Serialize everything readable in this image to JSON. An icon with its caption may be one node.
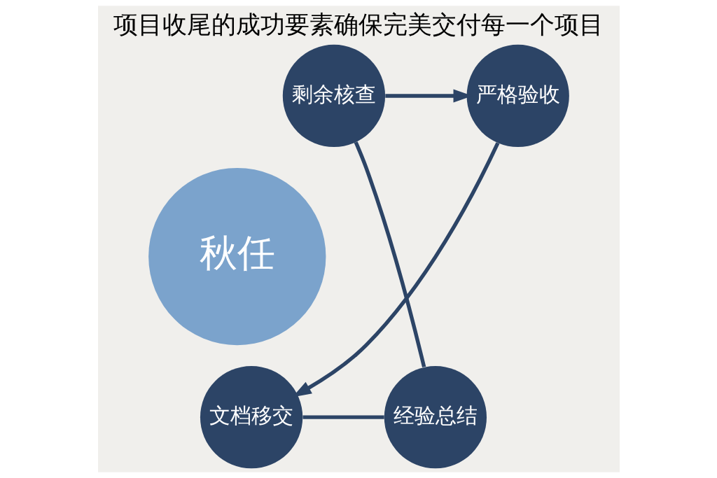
{
  "diagram": {
    "title": "项目收尾的成功要素确保完美交付每一个项目",
    "nodes": [
      {
        "text": [
          "剩余核查"
        ]
      },
      {
        "text": [
          "严格验收"
        ]
      },
      {
        "text": [
          "秋任"
        ]
      },
      {
        "text": [
          "经验总结"
        ]
      },
      {
        "text": [
          "文档移交"
        ]
      }
    ],
    "edges": [
      {
        "from": 0,
        "to": 1,
        "arrow": "to"
      },
      {
        "from": 1,
        "to": 4,
        "arrow": "to"
      },
      {
        "from": 4,
        "to": 3,
        "arrow": "none"
      },
      {
        "from": 3,
        "to": 0,
        "arrow": "none"
      }
    ]
  }
}
